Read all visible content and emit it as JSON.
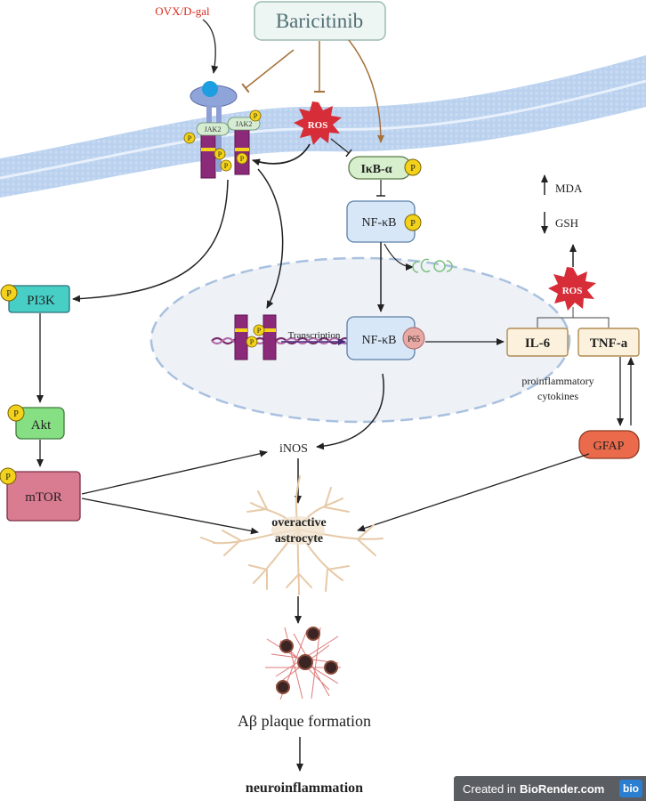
{
  "drug": "Baricitinib",
  "inducer": "OVX/D-gal",
  "membrane": {
    "ros": "ROS",
    "jak2_left": "JAK2",
    "jak2_right": "JAK2",
    "phospho": "P"
  },
  "pathway": {
    "ikba": "IκB-α",
    "nfkb_cyto": "NF-κB",
    "nfkb_nuc": "NF-κB",
    "p65": "P65",
    "transcription": "Transcription",
    "pi3k": "PI3K",
    "akt": "Akt",
    "mtor": "mTOR",
    "inos": "iNOS"
  },
  "stress": {
    "mda": "MDA",
    "gsh": "GSH",
    "ros": "ROS"
  },
  "cytokines": {
    "il6": "IL-6",
    "tnfa": "TNF-a",
    "label_line1": "proinflammatory",
    "label_line2": "cytokines",
    "gfap": "GFAP"
  },
  "astrocyte": {
    "line1": "overactive",
    "line2": "astrocyte"
  },
  "outcomes": {
    "plaque": "Aβ plaque formation",
    "neuro": "neuroinflammation"
  },
  "footer": {
    "created_in": "Created in",
    "brand": "BioRender.com",
    "logo": "bio"
  },
  "colors": {
    "membrane": "#a9c6ea",
    "inhibit_brown": "#a6713a",
    "ros_red": "#d62d38",
    "pi3k_teal": "#47cfc6",
    "akt_green": "#86e083",
    "mtor_pink": "#d97b91",
    "gfap_orange": "#ea6a4b",
    "jak_purple": "#8b2a78",
    "phospho_yellow": "#f2d21a",
    "inducer_red": "#d62d1f"
  }
}
